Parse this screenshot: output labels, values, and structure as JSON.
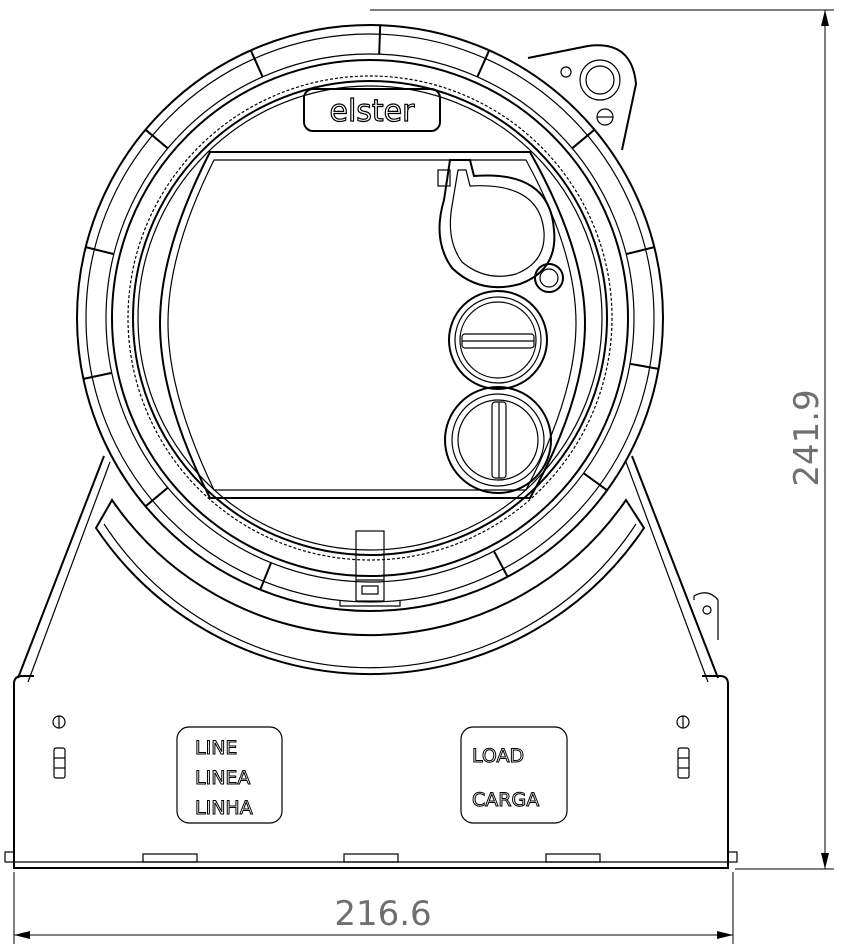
{
  "brand": "elster",
  "labels": {
    "line": [
      "LINE",
      "LINEA",
      "LINHA"
    ],
    "load": [
      "LOAD",
      "CARGA"
    ]
  },
  "dimensions": {
    "width_value": "216.6",
    "height_value": "241.9"
  },
  "colors": {
    "line": "#000000",
    "dimension_text": "#6f6f6f",
    "background": "#ffffff"
  }
}
